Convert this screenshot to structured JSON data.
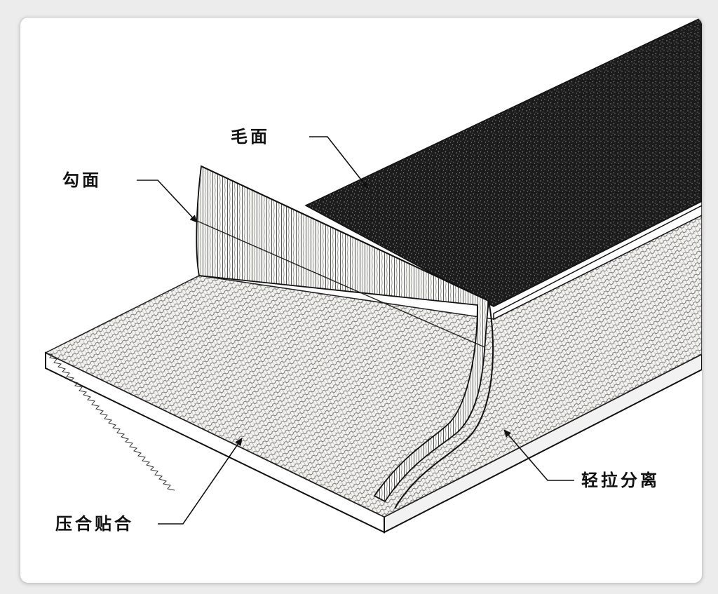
{
  "labels": {
    "loop_side": "毛面",
    "hook_side": "勾面",
    "peel_apart": "轻拉分离",
    "press_bond": "压合贴合"
  },
  "colors": {
    "background": "#ffffff",
    "loop_fabric": "#1e1e1e",
    "hook_base": "#f4f4f0",
    "line": "#111111"
  }
}
